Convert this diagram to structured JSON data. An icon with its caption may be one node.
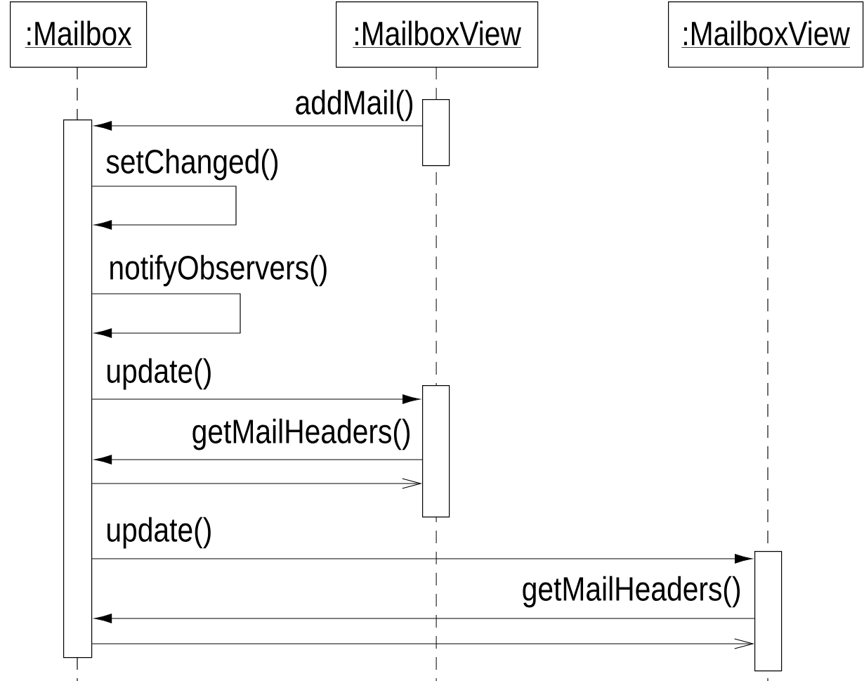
{
  "diagram": {
    "nodes": [
      {
        "text": [
          ":Mailbox"
        ]
      },
      {
        "text": [
          ":MailboxView"
        ]
      },
      {
        "text": [
          ":MailboxView"
        ]
      },
      {
        "text": [],
        "shape": "bar"
      },
      {
        "text": [],
        "shape": "bar"
      },
      {
        "text": [],
        "shape": "bar"
      },
      {
        "text": [],
        "shape": "bar"
      }
    ],
    "edges": [
      {
        "from": 4,
        "to": 3,
        "arrow": "to",
        "label": "addMail()"
      },
      {
        "from": 3,
        "to": 3,
        "arrow": "to",
        "label": "setChanged()"
      },
      {
        "from": 3,
        "to": 3,
        "arrow": "to",
        "label": "notifyObservers()"
      },
      {
        "from": 3,
        "to": 5,
        "arrow": "to",
        "label": "update()"
      },
      {
        "from": 5,
        "to": 3,
        "arrow": "to",
        "label": "getMailHeaders()"
      },
      {
        "from": 3,
        "to": 5,
        "arrow": "to"
      },
      {
        "from": 3,
        "to": 6,
        "arrow": "to",
        "label": "update()"
      },
      {
        "from": 6,
        "to": 3,
        "arrow": "to",
        "label": "getMailHeaders()"
      },
      {
        "from": 3,
        "to": 6,
        "arrow": "to"
      }
    ]
  }
}
